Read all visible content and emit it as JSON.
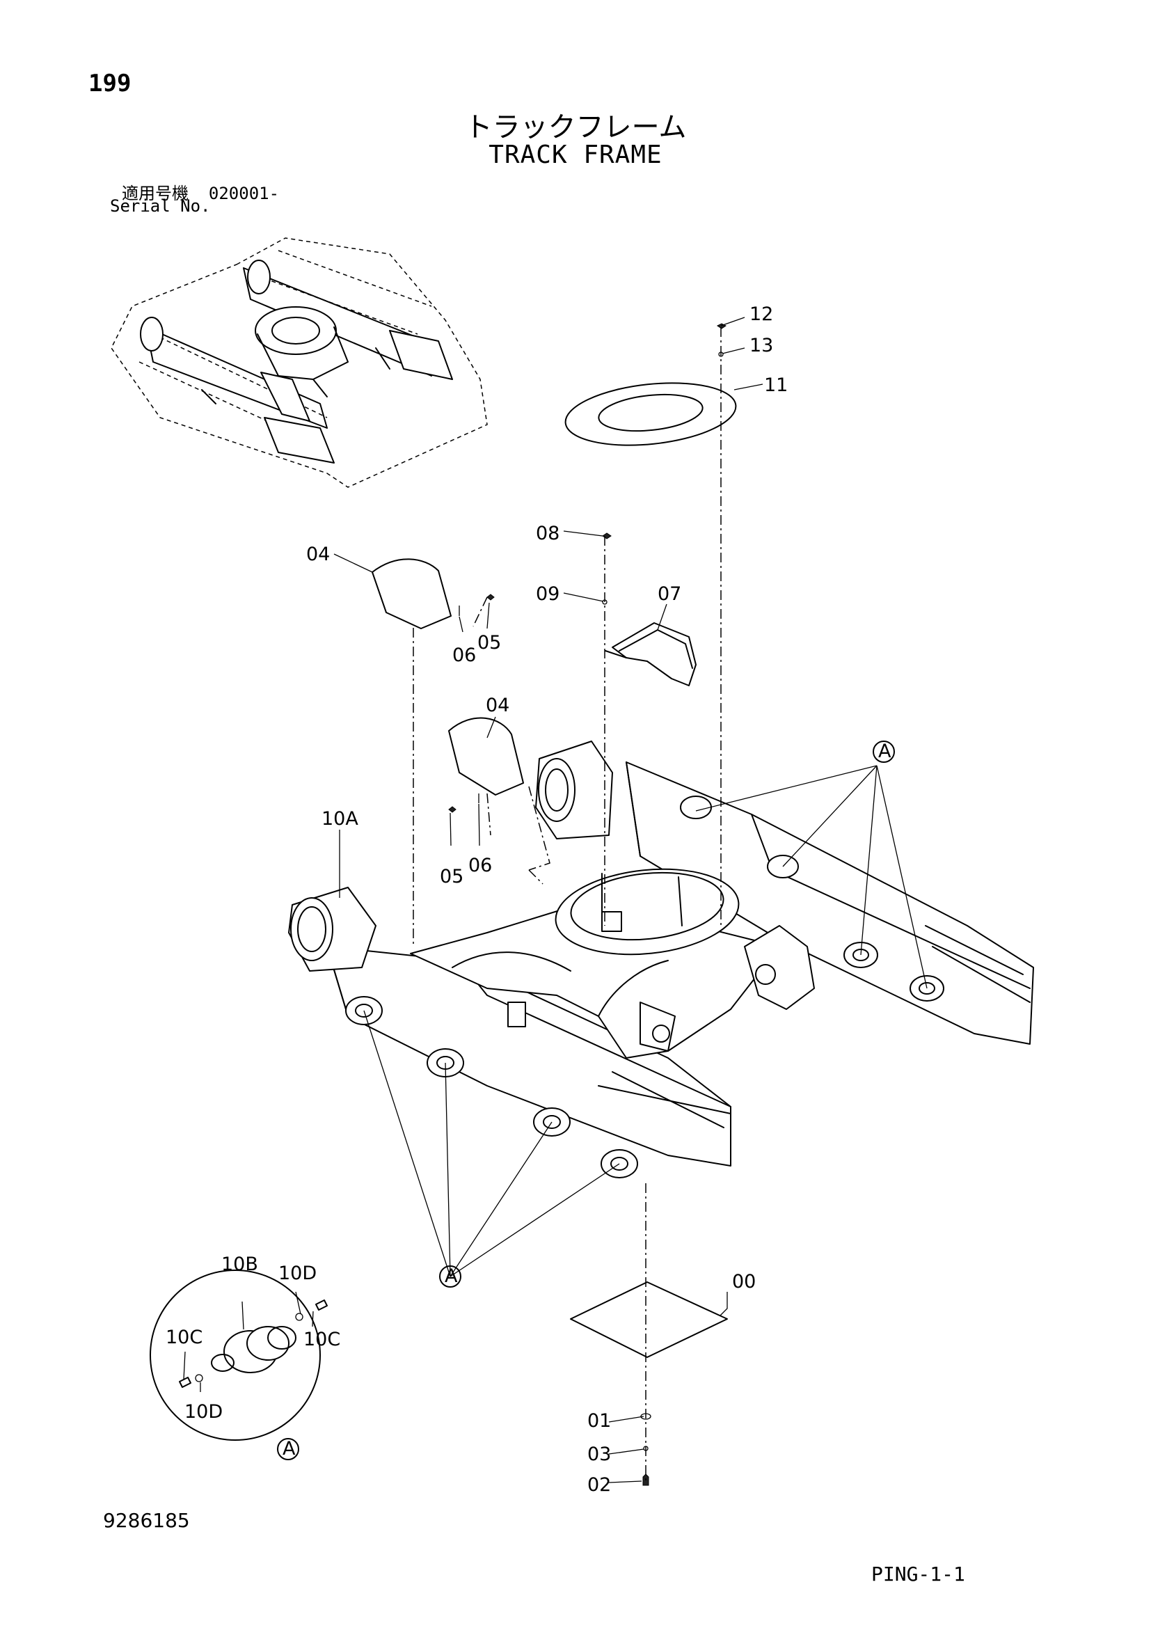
{
  "page": {
    "number": "199",
    "title_jp": "トラックフレーム",
    "title_en": "TRACK FRAME",
    "serial_label_jp": "適用号機",
    "serial_value": "020001-",
    "serial_label_en": "Serial No.",
    "document_number": "9286185",
    "sheet_code": "PING-1-1"
  },
  "callouts": {
    "c12": "12",
    "c13": "13",
    "c11": "11",
    "c08": "08",
    "c09": "09",
    "c07": "07",
    "c04_upper": "04",
    "c06_upper": "06",
    "c05_upper": "05",
    "c04_lower": "04",
    "c05_lower": "05",
    "c06_lower": "06",
    "c10a": "10A",
    "ref_a_upper": "A",
    "ref_a_lower": "A",
    "c00": "00",
    "c01": "01",
    "c03": "03",
    "c02": "02",
    "detail_10b": "10B",
    "detail_10d_top": "10D",
    "detail_10c_left": "10C",
    "detail_10c_right": "10C",
    "detail_10d_bottom": "10D",
    "ref_a_detail": "A"
  }
}
